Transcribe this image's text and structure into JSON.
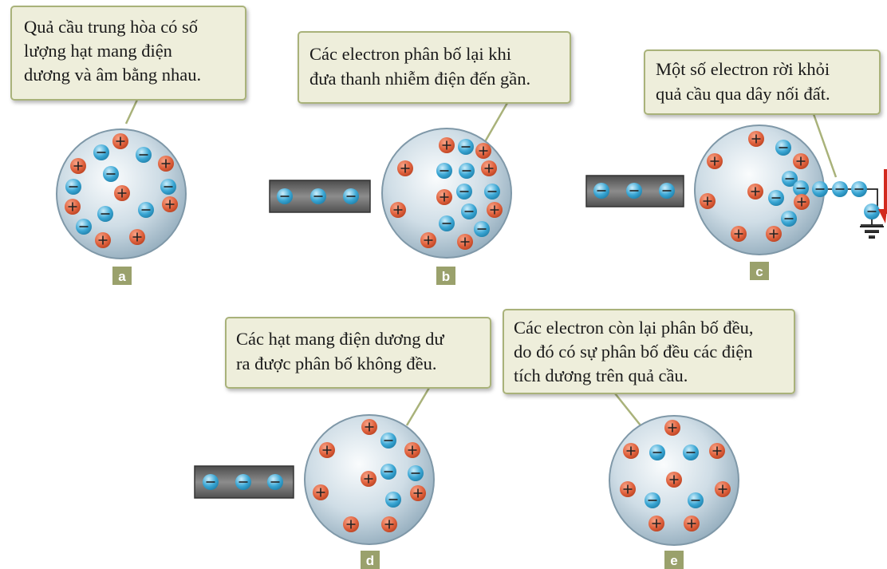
{
  "colors": {
    "callout_fill": "#eeeedb",
    "callout_stroke": "#a9b27a",
    "sphere_edge": "#7f98a8",
    "proton": "#e0623e",
    "electron": "#3aa6d4",
    "rod": "#6a6a6a",
    "label_bg": "#9aa16c",
    "ground_arrow": "#d22a1f"
  },
  "icons": {
    "proton": "plus-circle-icon",
    "electron": "minus-circle-icon",
    "ground": "ground-symbol-icon",
    "arrow": "arrow-down-icon"
  },
  "panels": [
    {
      "label": "a",
      "callout": [
        "Quả cầu trung hòa có số",
        "lượng hạt mang điện",
        "dương và âm bằng nhau."
      ]
    },
    {
      "label": "b",
      "callout": [
        "Các electron phân bố lại khi",
        "đưa thanh nhiễm điện đến gần."
      ]
    },
    {
      "label": "c",
      "callout": [
        "Một số electron rời khỏi",
        "quả cầu qua dây nối đất."
      ]
    },
    {
      "label": "d",
      "callout": [
        "Các hạt mang điện dương dư",
        "ra được phân bố không đều."
      ]
    },
    {
      "label": "e",
      "callout": [
        "Các electron còn lại phân bố đều,",
        "do đó có sự phân bố đều các điện",
        "tích dương trên quả cầu."
      ]
    }
  ]
}
